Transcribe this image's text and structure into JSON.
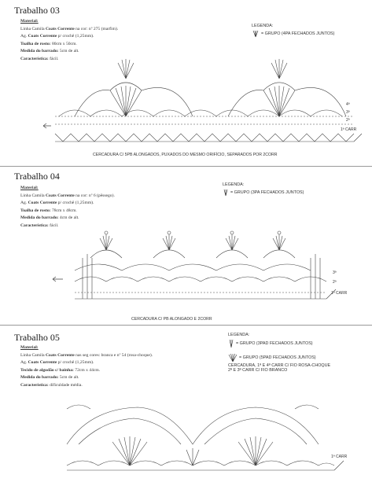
{
  "sections": [
    {
      "title": "Trabalho 03",
      "material_label": "Material:",
      "linha": "Linha Camila ",
      "linha_brand": "Coats Corrente",
      "linha_rest": " na cor: nº 275 (marfim).",
      "agulha_prefix": "Ag. ",
      "agulha_brand": "Coats Corrente",
      "agulha_rest": " p/ crochê (1,25mm).",
      "extra_label": "Toalha de rosto:",
      "extra_value": " 80cm x 50cm.",
      "medida_label": "Medida do barrado:",
      "medida_value": " 5cm de alt.",
      "carac_label": "Característica:",
      "carac_value": " fácil.",
      "legend_title": "LEGENDA:",
      "legend_items": [
        "= GRUPO (4PA FECHADOS JUNTOS)"
      ],
      "caption": "CERCADURA C/ 5PB ALONGADOS, PUXADOS DO MESMO ORIFÍCIO, SEPARADOS POR 2CORR",
      "row_marks": [
        "4ª",
        "3ª",
        "2ª",
        "1ª CARR"
      ]
    },
    {
      "title": "Trabalho 04",
      "material_label": "Material:",
      "linha": "Linha Camila ",
      "linha_brand": "Coats Corrente",
      "linha_rest": " na cor: nº 6 (pêssego).",
      "agulha_prefix": "Ag. ",
      "agulha_brand": "Coats Corrente",
      "agulha_rest": " p/ crochê (1,25mm).",
      "extra_label": "Toalha de rosto:",
      "extra_value": " 78cm x 48cm.",
      "medida_label": "Medida do barrado:",
      "medida_value": " 4cm de alt.",
      "carac_label": "Característica:",
      "carac_value": " fácil.",
      "legend_title": "LEGENDA:",
      "legend_items": [
        "= GRUPO (3PA FECHADOS JUNTOS)"
      ],
      "caption": "CERCADURA C/ PB ALONGADO E 2CORR",
      "row_marks": [
        "3ª",
        "2ª",
        "1ª CARR"
      ]
    },
    {
      "title": "Trabalho 05",
      "material_label": "Material:",
      "linha": "Linha Camila ",
      "linha_brand": "Coats Corrente",
      "linha_rest": " nas seg cores: branca e nº 54 (rosa-choque).",
      "agulha_prefix": "Ag. ",
      "agulha_brand": "Coats Corrente",
      "agulha_rest": " p/ crochê (1,25mm).",
      "extra_label": "Tecido de algodão c/ bainha:",
      "extra_value": " 72cm x 44cm.",
      "medida_label": "Medida do barrado:",
      "medida_value": " 5cm de alt.",
      "carac_label": "Característica:",
      "carac_value": " dificuldade média.",
      "legend_title": "LEGENDA:",
      "legend_items": [
        "= GRUPO (3PAD FECHADOS JUNTOS)",
        "= GRUPO (5PAD FECHADOS JUNTOS)",
        "CERCADURA, 1ª E 4ª CARR C/ FIO ROSA-CHOQUE",
        "2ª E 3ª CARR C/ FIO BRANCO"
      ],
      "caption": "",
      "row_marks": [
        "1ª CARR"
      ]
    }
  ]
}
